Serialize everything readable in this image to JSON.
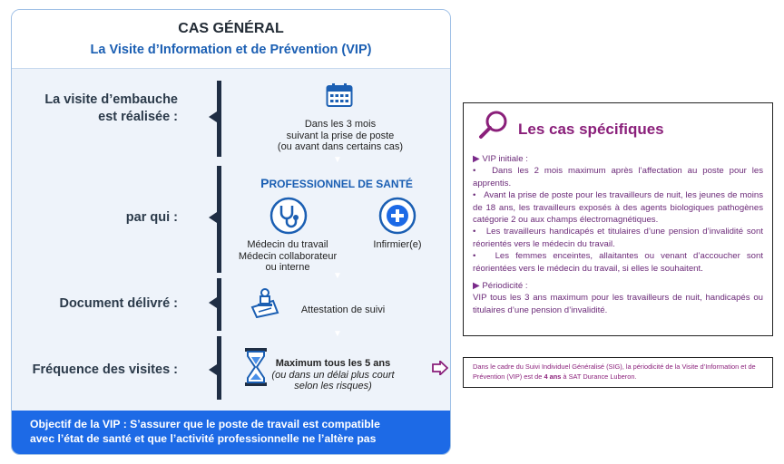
{
  "header": {
    "title": "CAS GÉNÉRAL",
    "subtitle": "La Visite d’Information et de Prévention (VIP)"
  },
  "rows": {
    "embauche": {
      "label_line1": "La visite d’embauche",
      "label_line2": "est réalisée :",
      "text_line1": "Dans les 3 mois",
      "text_line2": "suivant la prise de poste",
      "text_line3": "(ou avant dans certains cas)",
      "icon": "calendar-icon"
    },
    "par_qui": {
      "label": "par qui :",
      "pro_head_first": "P",
      "pro_head_rest": "ROFESSIONNEL DE SANTÉ",
      "medecin_line1": "Médecin du travail",
      "medecin_line2": "Médecin collaborateur",
      "medecin_line3": "ou interne",
      "infirmier": "Infirmier(e)",
      "icons": [
        "stethoscope-icon",
        "medical-cross-icon"
      ]
    },
    "document": {
      "label": "Document délivré :",
      "text": "Attestation de suivi",
      "icon": "stamp-icon"
    },
    "frequence": {
      "label": "Fréquence  des visites :",
      "text_line1": "Maximum tous les 5 ans",
      "text_line2": "(ou dans un délai plus court",
      "text_line3": "selon les risques)",
      "icon": "hourglass-icon"
    }
  },
  "banner": {
    "line1": "Objectif de la VIP : S’assurer que le poste de travail est compatible",
    "line2": "avec l’état de santé et que l’activité professionnelle ne l’altère pas"
  },
  "specific": {
    "title": "Les cas spécifiques",
    "icon": "magnifier-icon",
    "vip_heading": "VIP initiale  :",
    "vip_items": [
      "Dans les 2 mois maximum après l’affectation au poste pour les apprentis.",
      "Avant la prise de poste pour les travailleurs de nuit, les jeunes de moins de 18 ans, les travailleurs exposés à des agents biologiques pathogènes catégorie 2 ou aux champs électromagnétiques.",
      "Les travailleurs handicapés et titulaires d’une pension d’invalidité sont réorientés vers le médecin du travail.",
      "Les femmes enceintes, allaitantes ou venant d’accoucher sont réorientées vers le médecin du travail, si elles le souhaitent."
    ],
    "period_heading": "Périodicité :",
    "period_text": "VIP tous les 3 ans maximum pour les travailleurs de nuit, handicapés ou titulaires d’une pension d’invalidité."
  },
  "note": {
    "part1": "Dans le cadre du Suivi Individuel Généralisé (SIG), la périodicité de la Visite d’Information et de Prévention (VIP) est de ",
    "bold": "4 ans",
    "part2": " à SAT Durance Luberon."
  },
  "colors": {
    "blue": "#1d6ae6",
    "dark_blue": "#1b5fb3",
    "navy": "#1f2e44",
    "purple": "#8a1f7a"
  }
}
